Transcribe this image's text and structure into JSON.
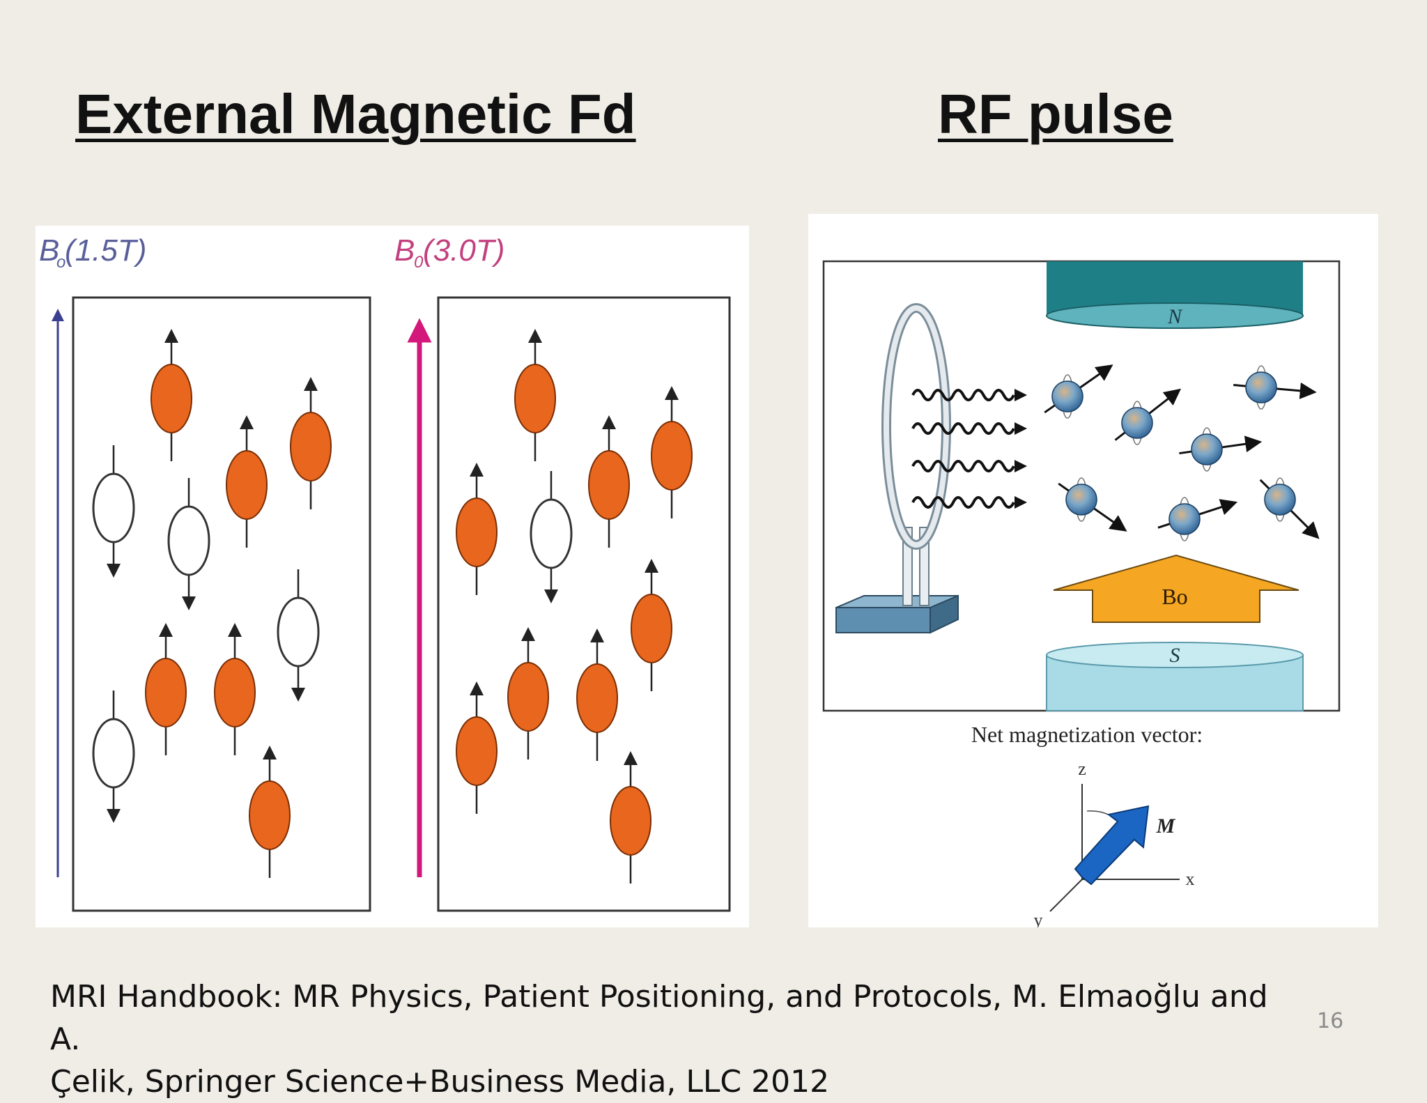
{
  "slide": {
    "title_left": "External Magnetic Fd",
    "title_right": "RF pulse",
    "citation_line1": "MRI Handbook: MR Physics, Patient Positioning, and Protocols, M. Elmaoğlu and A.",
    "citation_line2": "Çelik, Springer Science+Business Media, LLC 2012",
    "page_number": "16"
  },
  "left_figure": {
    "label_1_5T": "B",
    "label_1_5T_sub": "o",
    "label_1_5T_value": "(1.5T)",
    "label_3_0T": "B",
    "label_3_0T_sub": "0",
    "label_3_0T_value": "(3.0T)",
    "colors": {
      "aligned": "#e8661e",
      "arrow_1_5T": "#3b3f8f",
      "arrow_3_0T": "#d4177a"
    }
  },
  "right_figure": {
    "magnet_north": "N",
    "magnet_south": "S",
    "field_label": "Bo",
    "caption": "Net magnetization vector:",
    "axis_z": "z",
    "axis_x": "x",
    "axis_y": "y",
    "vector_label": "M",
    "colors": {
      "magnet_top": "#1f7f86",
      "magnet_bottom": "#a9dbe6",
      "field_arrow": "#f5a623",
      "vector": "#1a66c2"
    }
  }
}
